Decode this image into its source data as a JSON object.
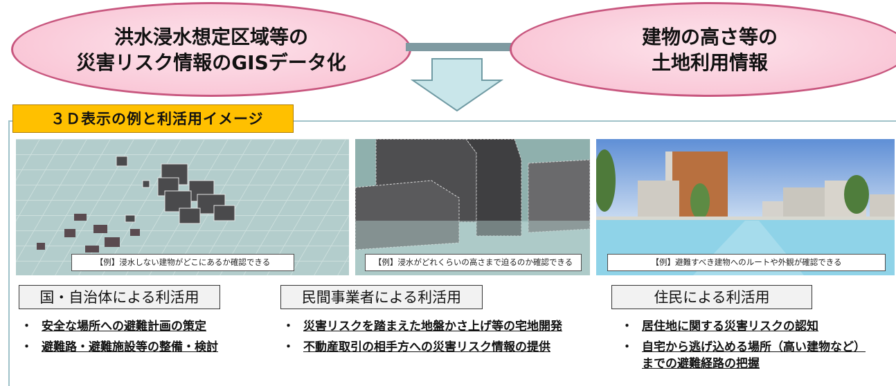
{
  "top": {
    "left_ellipse": {
      "line1": "洪水浸水想定区域等の",
      "line2": "災害リスク情報のGISデータ化"
    },
    "right_ellipse": {
      "line1": "建物の高さ等の",
      "line2": "土地利用情報"
    }
  },
  "section": {
    "title": "３Ｄ表示の例と利活用イメージ"
  },
  "panels": [
    {
      "caption": "【例】浸水しない建物がどこにあるか確認できる"
    },
    {
      "caption": "【例】浸水がどれくらいの高さまで迫るのか確認できる"
    },
    {
      "caption": "【例】避難すべき建物へのルートや外観が確認できる"
    }
  ],
  "categories": [
    {
      "label": "国・自治体による利活用",
      "items": [
        "安全な場所への避難計画の策定",
        "避難路・避難施設等の整備・検討"
      ]
    },
    {
      "label": "民間事業者による利活用",
      "items": [
        "災害リスクを踏まえた地盤かさ上げ等の宅地開発",
        "不動産取引の相手方への災害リスク情報の提供"
      ]
    },
    {
      "label": "住民による利活用",
      "items": [
        "居住地に関する災害リスクの認知",
        "自宅から逃げ込める場所（高い建物など）",
        "までの避難経路の把握"
      ]
    }
  ],
  "bullet_char": "・",
  "colors": {
    "ellipse_fill": "#f9c6d6",
    "ellipse_border": "#c8577f",
    "title_bg": "#ffc000",
    "connector": "#7f9aa1",
    "arrow": "#c9e6ea"
  }
}
